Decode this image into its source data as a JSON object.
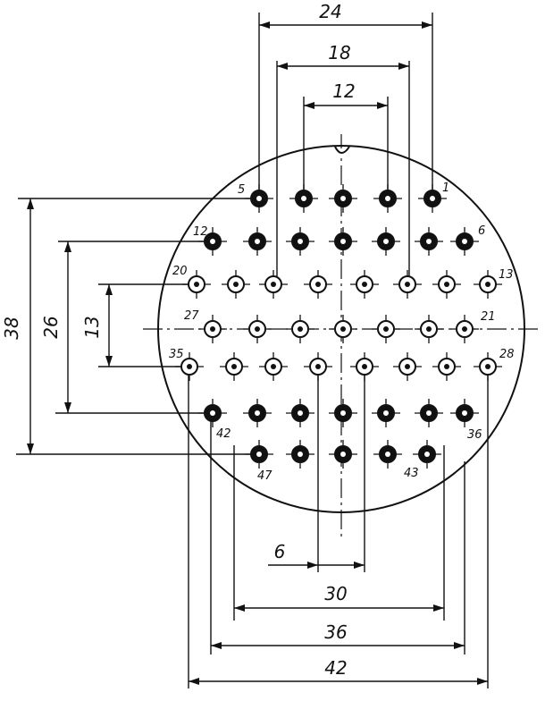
{
  "drawing": {
    "dimensions": {
      "top": [
        "24",
        "18",
        "12"
      ],
      "left": [
        "38",
        "26",
        "13"
      ],
      "bottom": [
        "6",
        "30",
        "36",
        "42"
      ]
    },
    "pin_labels": [
      "5",
      "1",
      "12",
      "6",
      "20",
      "13",
      "27",
      "21",
      "35",
      "28",
      "42",
      "36",
      "47",
      "43"
    ]
  }
}
